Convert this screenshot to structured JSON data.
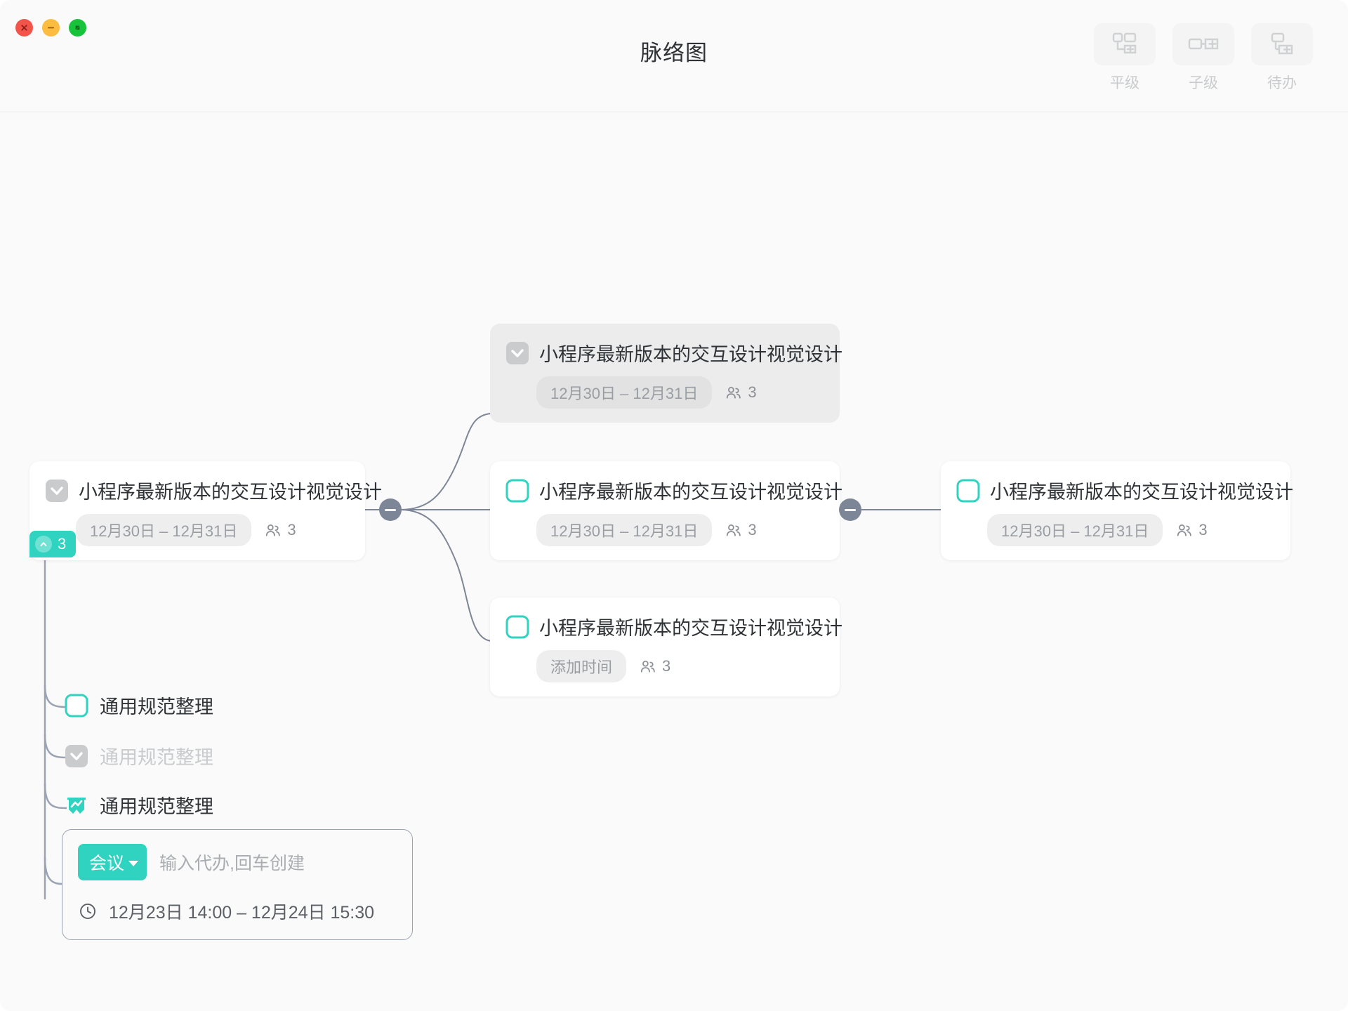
{
  "window": {
    "title": "脉络图",
    "controls": [
      {
        "name": "close",
        "color": "#f2544a"
      },
      {
        "name": "minimize",
        "color": "#fcbc40"
      },
      {
        "name": "maximize",
        "color": "#17c33a"
      }
    ]
  },
  "toolbar": {
    "buttons": [
      {
        "label": "平级",
        "icon": "add-sibling-node-icon"
      },
      {
        "label": "子级",
        "icon": "add-child-node-icon"
      },
      {
        "label": "待办",
        "icon": "add-todo-node-icon"
      }
    ]
  },
  "colors": {
    "accent": "#2fd3c0",
    "canvas_bg": "#fafafa",
    "card_bg": "#ffffff",
    "card_hover_bg": "#ececec",
    "handle": "#7d8697",
    "edge": "#7d8697",
    "muted_text": "#9a9ea3",
    "title_text": "#2f3236",
    "done_text": "#c9cbcd"
  },
  "nodes": {
    "root": {
      "title": "小程序最新版本的交互设计视觉设计",
      "date": "12月30日 – 12月31日",
      "members": "3",
      "checkbox": "checked-gray",
      "expand_badge": {
        "count": "3",
        "icon": "chevron-up-icon"
      }
    },
    "branch_top": {
      "title": "小程序最新版本的交互设计视觉设计",
      "date": "12月30日 – 12月31日",
      "members": "3",
      "checkbox": "checked-gray",
      "state": "hovered"
    },
    "branch_middle": {
      "title": "小程序最新版本的交互设计视觉设计",
      "date": "12月30日 – 12月31日",
      "members": "3",
      "checkbox": "unchecked-teal",
      "state": "normal"
    },
    "branch_bottom": {
      "title": "小程序最新版本的交互设计视觉设计",
      "date": "添加时间",
      "members": "3",
      "checkbox": "unchecked-teal",
      "state": "normal"
    },
    "leaf_right": {
      "title": "小程序最新版本的交互设计视觉设计",
      "date": "12月30日 – 12月31日",
      "members": "3",
      "checkbox": "unchecked-teal",
      "state": "normal"
    }
  },
  "subitems": [
    {
      "label": "通用规范整理",
      "checkbox": "unchecked-teal",
      "done": false
    },
    {
      "label": "通用规范整理",
      "checkbox": "checked-gray",
      "done": true
    },
    {
      "label": "通用规范整理",
      "checkbox": "presentation-teal",
      "done": false
    }
  ],
  "todo_input": {
    "type_chip": "会议",
    "placeholder": "输入代办,回车创建",
    "time": "12月23日 14:00 – 12月24日 15:30",
    "clock_icon": "clock-icon"
  },
  "handles": [
    {
      "name": "collapse-handle-root",
      "icon": "minus-icon"
    },
    {
      "name": "collapse-handle-middle",
      "icon": "minus-icon"
    }
  ]
}
